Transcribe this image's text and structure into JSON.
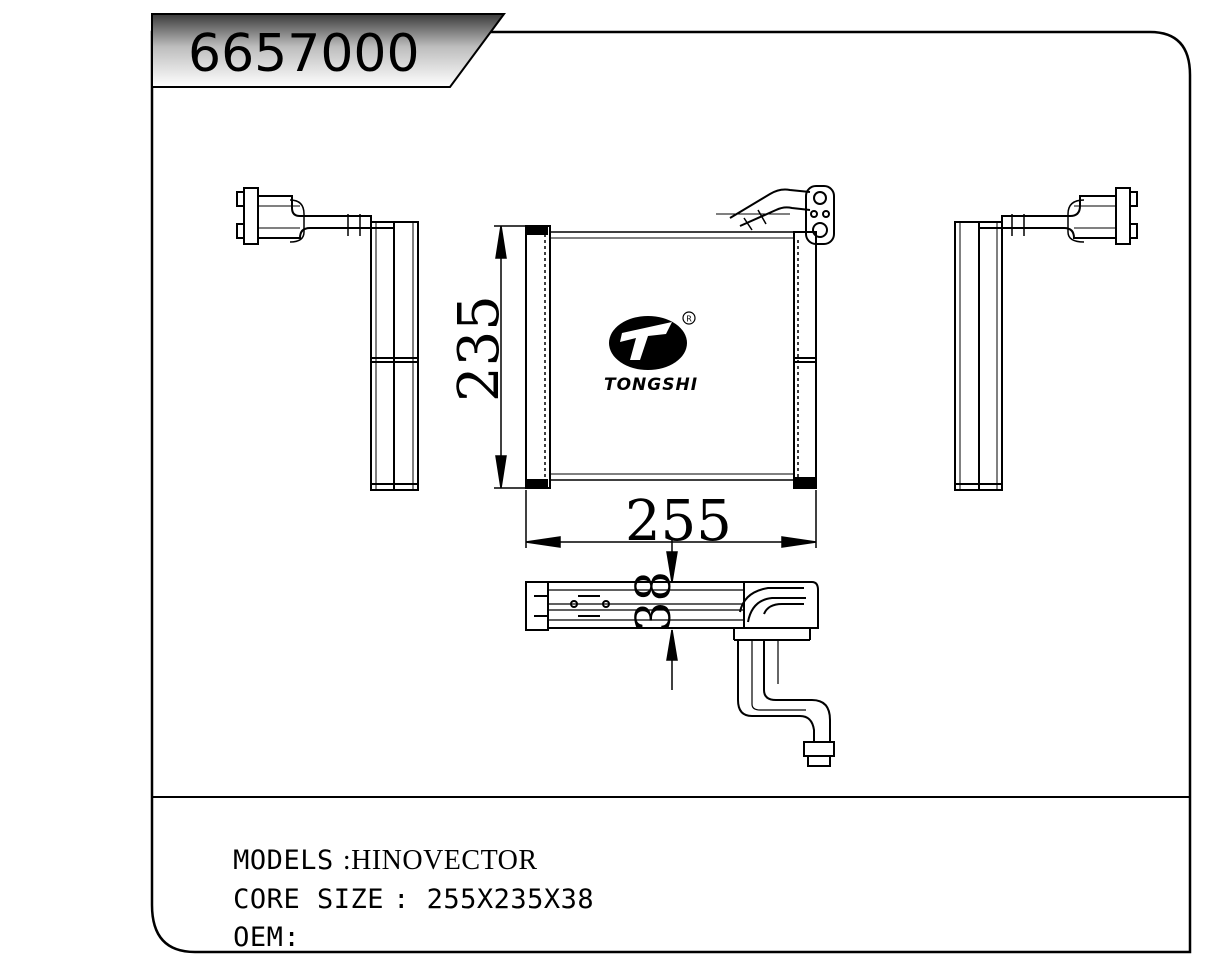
{
  "part_number": "6657000",
  "brand": {
    "name": "TONGSHI",
    "registered_mark": "R"
  },
  "dimensions": {
    "width": "255",
    "height": "235",
    "depth": "38"
  },
  "specs": {
    "models_label": "MODELS",
    "models_value": ":HINOVECTOR",
    "core_size_label": "CORE SIZE",
    "core_size_value": ": 255X235X38",
    "oem_label": "OEM:",
    "oem_value": ""
  }
}
